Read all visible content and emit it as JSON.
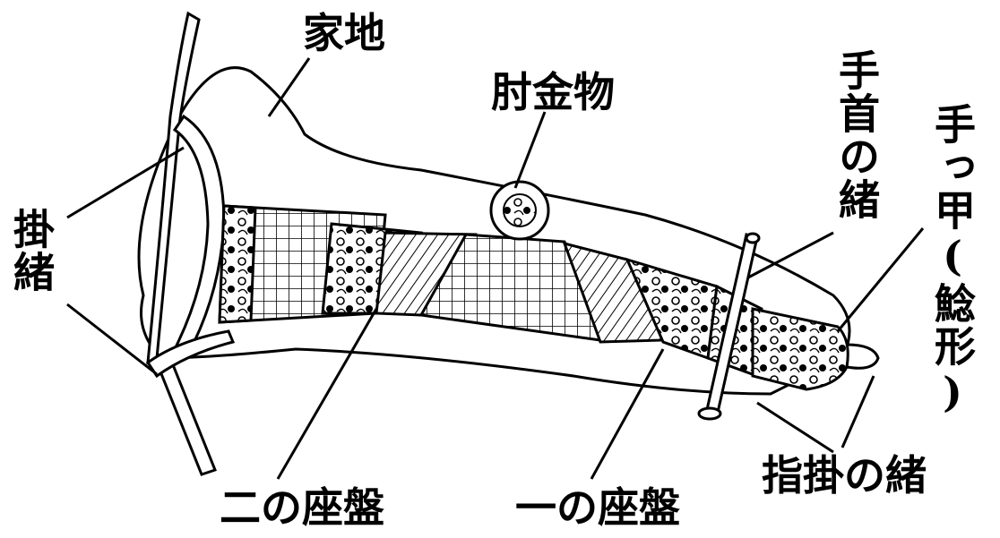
{
  "diagram": {
    "labels": {
      "jiji": "家地",
      "hijikanamono": "肘金物",
      "kakeo": "掛緒",
      "tekubi_no_o": "手首の緒",
      "tekko": "手っ甲(鯰形)",
      "ni_no_zaban": "二の座盤",
      "ichi_no_zaban": "一の座盤",
      "yubikake_no_o": "指掛の緒"
    },
    "colors": {
      "ink": "#000000",
      "paper": "#ffffff"
    }
  }
}
